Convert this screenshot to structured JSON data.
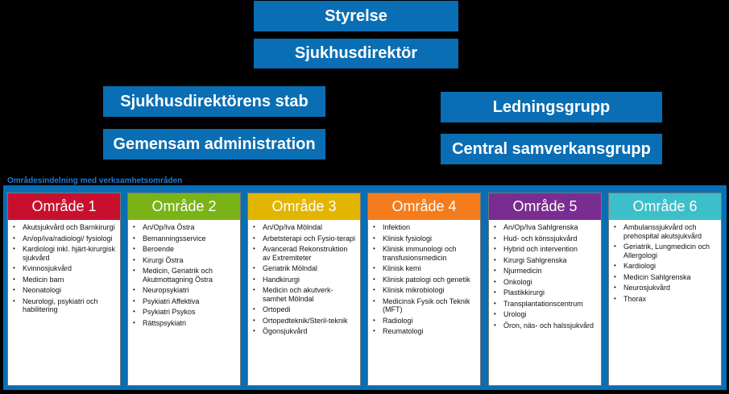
{
  "top_boxes": {
    "styrelse": "Styrelse",
    "direktor": "Sjukhusdirektör",
    "stab": "Sjukhusdirektörens stab",
    "admin": "Gemensam administration",
    "ledning": "Ledningsgrupp",
    "central": "Central samverkansgrupp"
  },
  "areas_title": "Områdesindelning med verksamhetsområden",
  "colors": {
    "box_blue": "#0a6eb4",
    "area1": "#c8102e",
    "area2": "#7ab317",
    "area3": "#e2b500",
    "area4": "#f47c1c",
    "area5": "#7a2d91",
    "area6": "#3cbfc8"
  },
  "areas": [
    {
      "title": "Område 1",
      "items": [
        "Akutsjukvård och Barnkirurgi",
        "An/op/iva/radiologi/ fysiologi",
        "Kardiologi inkl. hjärt-kirurgisk sjukvård",
        "Kvinnosjukvård",
        "Medicin barn",
        "Neonatologi",
        "Neurologi, psykiatri och habilitering"
      ]
    },
    {
      "title": "Område 2",
      "items": [
        "An/Op/Iva Östra",
        "Bemanningsservice",
        "Beroende",
        "Kirurgi Östra",
        "Medicin, Geriatrik och Akutmottagning Östra",
        "Neuropsykiatri",
        "Psykiatri Affektiva",
        "Psykiatri Psykos",
        "Rättspsykiatri"
      ]
    },
    {
      "title": "Område 3",
      "items": [
        "An/Op/Iva Mölndal",
        "Arbetsterapi och Fysio-terapi",
        "Avancerad Rekonstruktion av Extremiteter",
        "Geriatrik Mölndal",
        "Handkirurgi",
        "Medicin och akutverk-samhet Mölndal",
        "Ortopedi",
        "Ortopedteknik/Steril-teknik",
        "Ögonsjukvård"
      ]
    },
    {
      "title": "Område 4",
      "items": [
        "Infektion",
        "Klinisk fysiologi",
        "Klinisk immunologi och transfusionsmedicin",
        "Klinisk kemi",
        "Klinisk patologi och genetik",
        "Klinisk mikrobiologi",
        "Medicinsk Fysik och Teknik (MFT)",
        "Radiologi",
        "Reumatologi"
      ]
    },
    {
      "title": "Område 5",
      "items": [
        "An/Op/Iva Sahlgrenska",
        "Hud- och könssjukvård",
        "Hybrid och intervention",
        "Kirurgi Sahlgrenska",
        "Njurmedicin",
        "Onkologi",
        "Plastikkirurgi",
        "Transplantationscentrum",
        "Urologi",
        "Öron, näs- och halssjukvård"
      ]
    },
    {
      "title": "Område 6",
      "items": [
        "Ambulanssjukvård och prehospital akutsjukvård",
        "Geriatrik, Lungmedicin och Allergologi",
        "Kardiologi",
        "Medicin Sahlgrenska",
        "Neurosjukvård",
        "Thorax"
      ]
    }
  ]
}
